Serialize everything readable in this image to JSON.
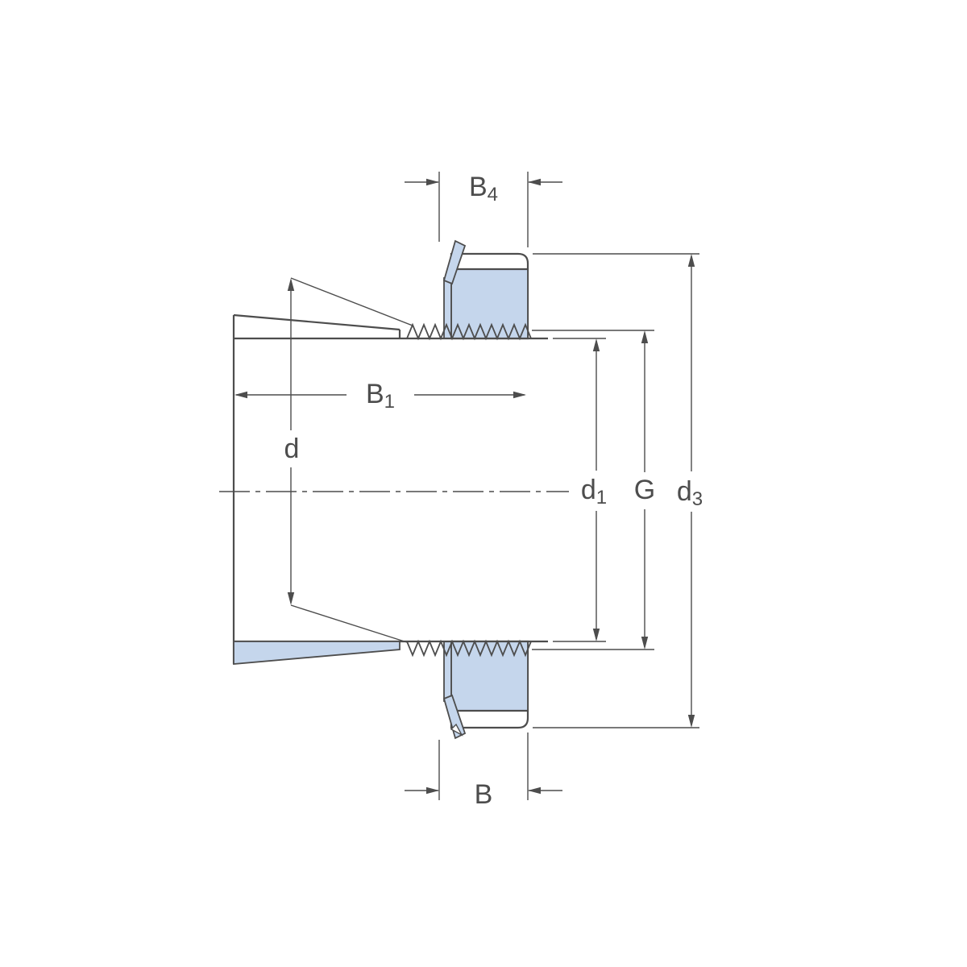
{
  "diagram": {
    "name": "adapter-sleeve-cross-section-drawing",
    "colors": {
      "line": "#4d4d4d",
      "section_fill": "#c5d6ec",
      "label_text": "#4d4d4d",
      "background": "#ffffff"
    },
    "labels": {
      "b4": {
        "main": "B",
        "sub": "4"
      },
      "b1": {
        "main": "B",
        "sub": "1"
      },
      "d": {
        "main": "d",
        "sub": ""
      },
      "d1": {
        "main": "d",
        "sub": "1"
      },
      "g": {
        "main": "G",
        "sub": ""
      },
      "d3": {
        "main": "d",
        "sub": "3"
      },
      "b": {
        "main": "B",
        "sub": ""
      }
    }
  }
}
